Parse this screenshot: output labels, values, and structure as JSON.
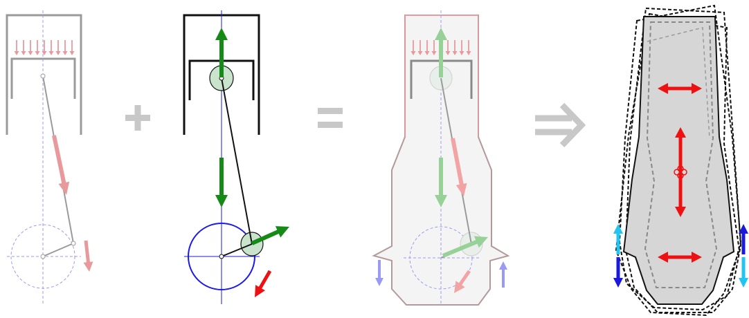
{
  "diagram": {
    "panels": [
      {
        "id": "applied-loads",
        "description_visible": false
      },
      {
        "id": "reaction-forces",
        "description_visible": false
      },
      {
        "id": "combined-engine-block",
        "description_visible": false
      },
      {
        "id": "block-vibration-modes",
        "description_visible": false
      }
    ],
    "operators": [
      {
        "symbol": "+"
      },
      {
        "symbol": "="
      },
      {
        "symbol": "⇒"
      }
    ]
  },
  "colors": {
    "piston_gray": "#9a9a9a",
    "piston_black": "#111111",
    "pressure_pink": "#e8999c",
    "crank_dash_blue": "#9a9af0",
    "crank_blue": "#1a1aee",
    "force_green": "#168a16",
    "force_green_light": "#97d197",
    "force_red": "#ee1111",
    "force_red_light": "#f2a3a3",
    "joint_fill": "#c9e3cd",
    "block_outline": "#b39a9a",
    "block_fill": "#f4f4f4",
    "block_gray": "#d6d6d6",
    "operator_gray": "#c8c8c8",
    "mount_light_blue": "#22c4f0",
    "mount_dark_blue": "#1a1ad8",
    "mount_light_purple": "#9a9af5"
  },
  "icons": {
    "plus": "plus-operator-icon",
    "equals": "equals-operator-icon",
    "implies": "implies-arrow-icon"
  }
}
